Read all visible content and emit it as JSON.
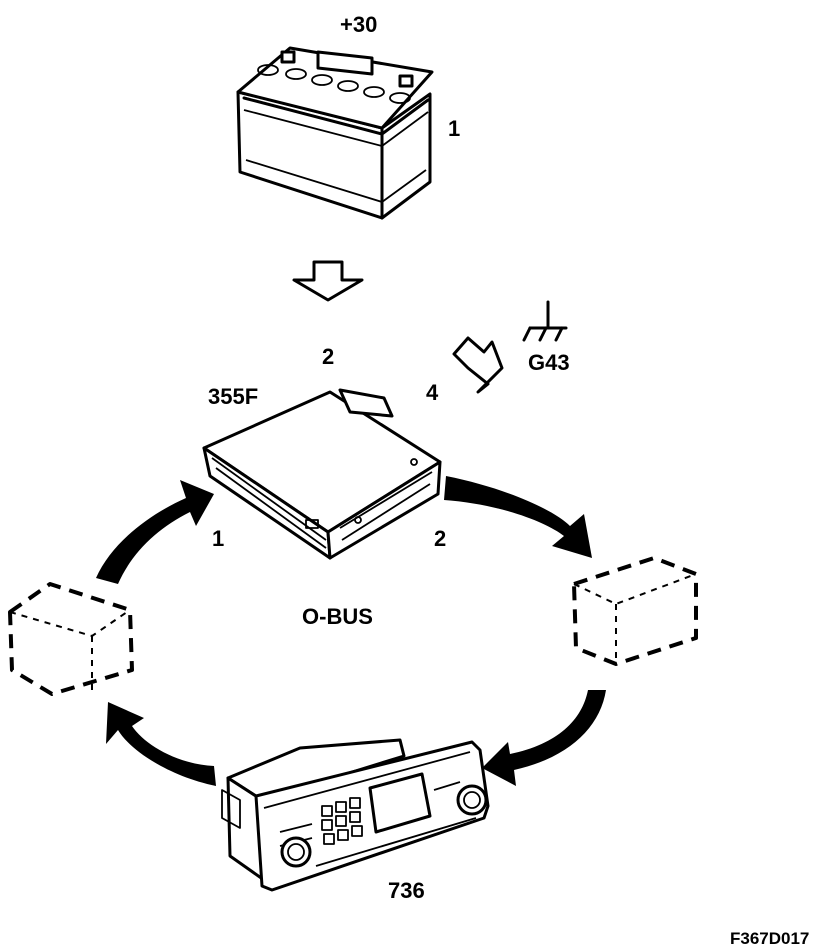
{
  "labels": {
    "supply": "+30",
    "battery_pin": "1",
    "cd_pin_supply": "2",
    "ground_name": "G43",
    "cd_pin_ground": "4",
    "cd_unit_id": "355F",
    "bus_in_pin": "1",
    "bus_out_pin": "2",
    "bus_name": "O-BUS",
    "head_unit_id": "736",
    "figure_id": "F367D017"
  }
}
